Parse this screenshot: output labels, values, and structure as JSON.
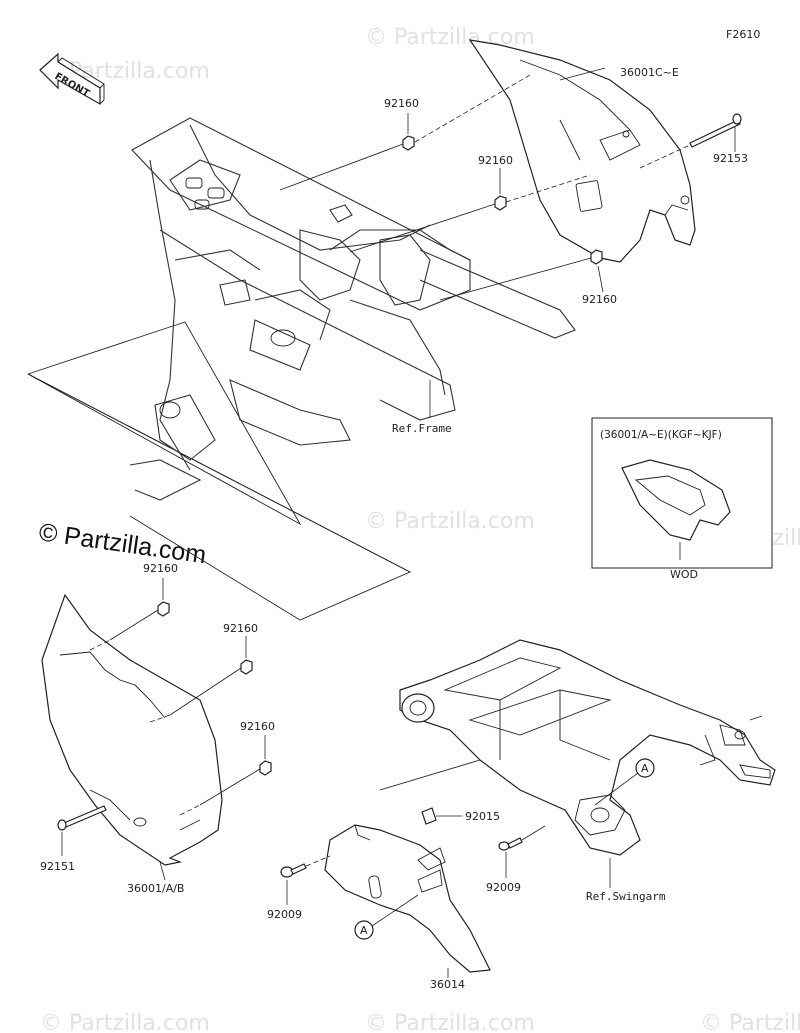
{
  "figure_code": "F2610",
  "front_arrow_label": "FRONT",
  "watermark_text": "© Partzilla.com",
  "parts": {
    "cover_right": "36001C~E",
    "cover_left": "36001/A/B",
    "nut_a": "92160",
    "nut_b": "92160",
    "nut_c": "92160",
    "nut_d": "92160",
    "nut_e": "92160",
    "nut_f": "92160",
    "bolt_right": "92153",
    "bolt_left": "92151",
    "bolt_lower_left": "92009",
    "bolt_lower_right": "92009",
    "clip": "92015",
    "chain_guard": "36014"
  },
  "refs": {
    "frame": "Ref.Frame",
    "swingarm": "Ref.Swingarm"
  },
  "callout_letter": "A",
  "inset": {
    "title": "(36001/A~E)(KGF~KJF)",
    "caption": "WOD"
  },
  "colors": {
    "line": "#222222",
    "watermark": "#c9c9c9"
  }
}
